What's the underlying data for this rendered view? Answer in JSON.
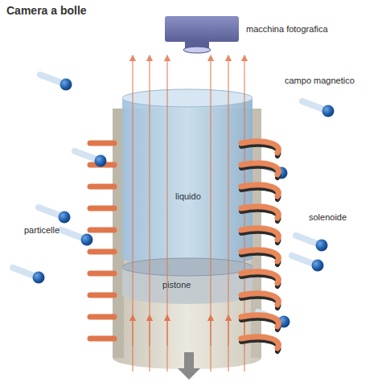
{
  "diagram": {
    "title": "Camera a bolle",
    "nodes": [
      {
        "text": [
          "liquido"
        ]
      },
      {
        "text": [
          "pistone"
        ]
      }
    ],
    "labels": [
      "macchina fotografica",
      "campo magnetico",
      "solenoide",
      "particelle"
    ]
  }
}
